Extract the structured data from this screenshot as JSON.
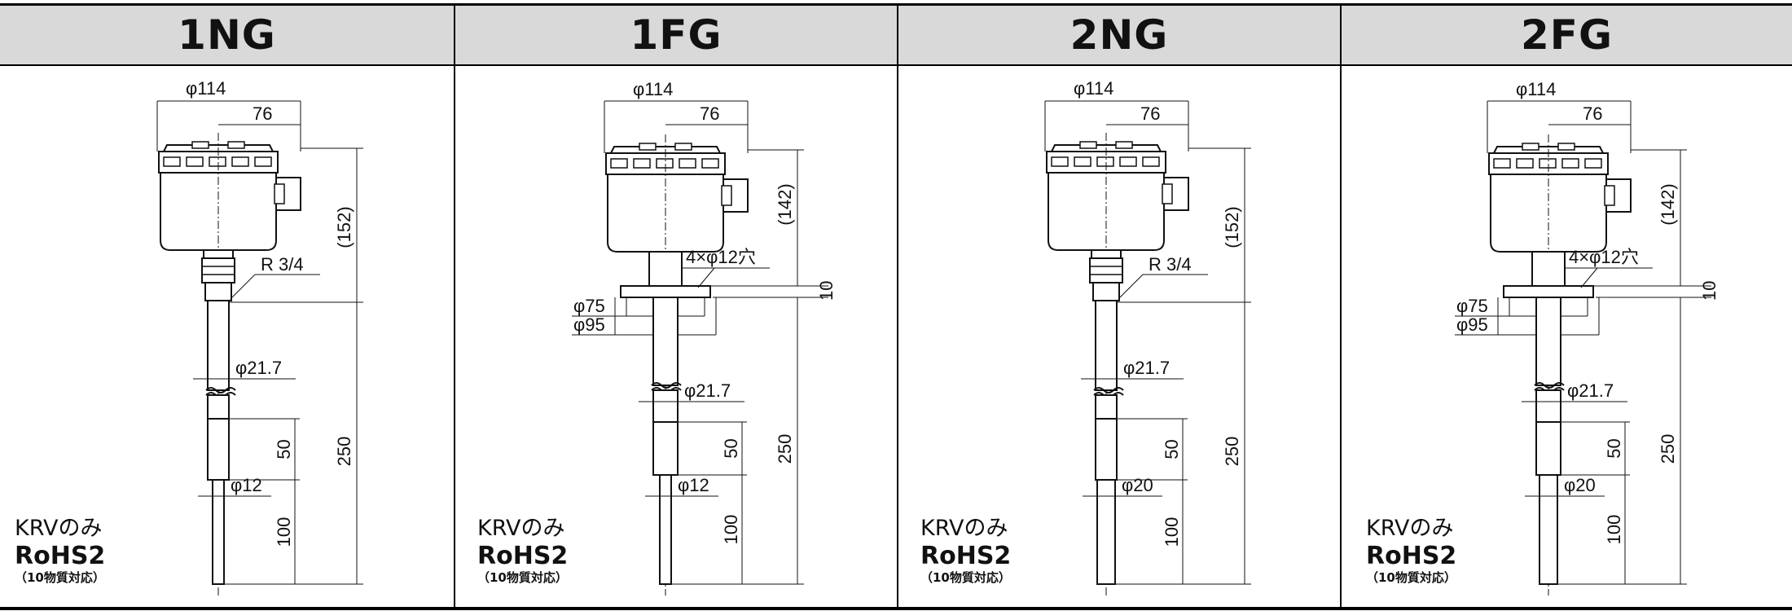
{
  "models": [
    {
      "label": "1NG",
      "type": "screw",
      "dims": {
        "dia": "φ114",
        "width": "76",
        "height": "(152)",
        "thread": "R 3/4",
        "pipe": "φ21.7",
        "len1": "50",
        "len2": "250",
        "tip": "φ12",
        "len3": "100"
      },
      "notes": {
        "line1": "KRVのみ",
        "line2": "RoHS2",
        "line3": "（10物質対応）"
      }
    },
    {
      "label": "1FG",
      "type": "flange",
      "dims": {
        "dia": "φ114",
        "width": "76",
        "height": "(142)",
        "holes": "4×φ12穴",
        "flange_thk": "10",
        "f1": "φ75",
        "f2": "φ95",
        "pipe": "φ21.7",
        "len1": "50",
        "len2": "250",
        "tip": "φ12",
        "len3": "100"
      },
      "notes": {
        "line1": "KRVのみ",
        "line2": "RoHS2",
        "line3": "（10物質対応）"
      }
    },
    {
      "label": "2NG",
      "type": "screw",
      "dims": {
        "dia": "φ114",
        "width": "76",
        "height": "(152)",
        "thread": "R 3/4",
        "pipe": "φ21.7",
        "len1": "50",
        "len2": "250",
        "tip": "φ20",
        "len3": "100"
      },
      "notes": {
        "line1": "KRVのみ",
        "line2": "RoHS2",
        "line3": "（10物質対応）"
      }
    },
    {
      "label": "2FG",
      "type": "flange",
      "dims": {
        "dia": "φ114",
        "width": "76",
        "height": "(142)",
        "holes": "4×φ12穴",
        "flange_thk": "10",
        "f1": "φ75",
        "f2": "φ95",
        "pipe": "φ21.7",
        "len1": "50",
        "len2": "250",
        "tip": "φ20",
        "len3": "100"
      },
      "notes": {
        "line1": "KRVのみ",
        "line2": "RoHS2",
        "line3": "（10物質対応）"
      }
    }
  ]
}
